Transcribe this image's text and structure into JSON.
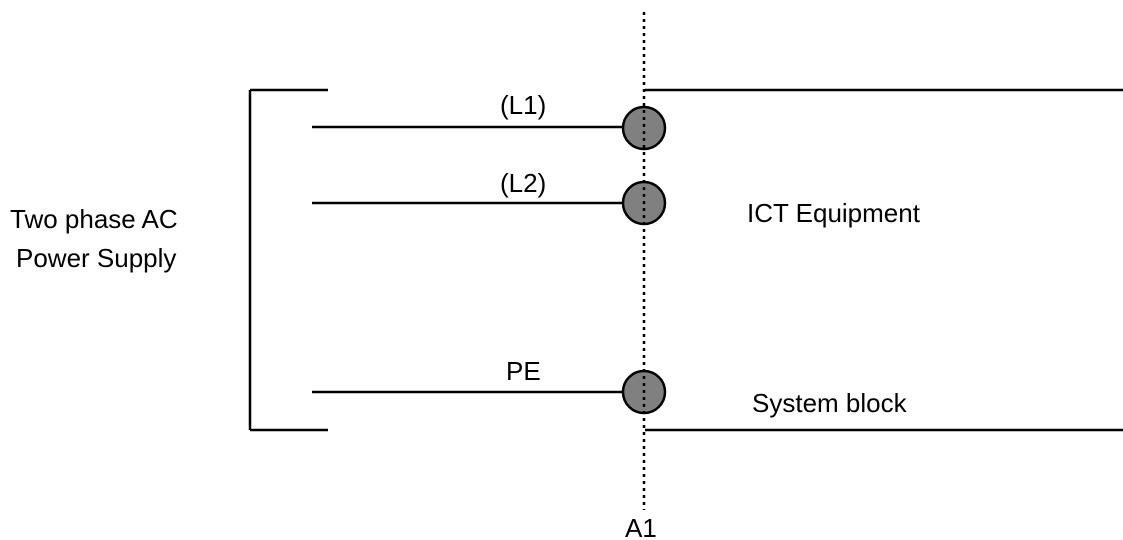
{
  "supply": {
    "label_line1": "Two phase AC",
    "label_line2": "Power Supply"
  },
  "conductors": [
    {
      "label": "(L1)"
    },
    {
      "label": "(L2)"
    },
    {
      "label": "PE"
    }
  ],
  "equipment": {
    "label": "ICT Equipment",
    "block_label": "System block"
  },
  "interface": {
    "label": "A1"
  },
  "colors": {
    "line": "#000000",
    "terminal_fill": "#808080",
    "background": "#ffffff"
  }
}
